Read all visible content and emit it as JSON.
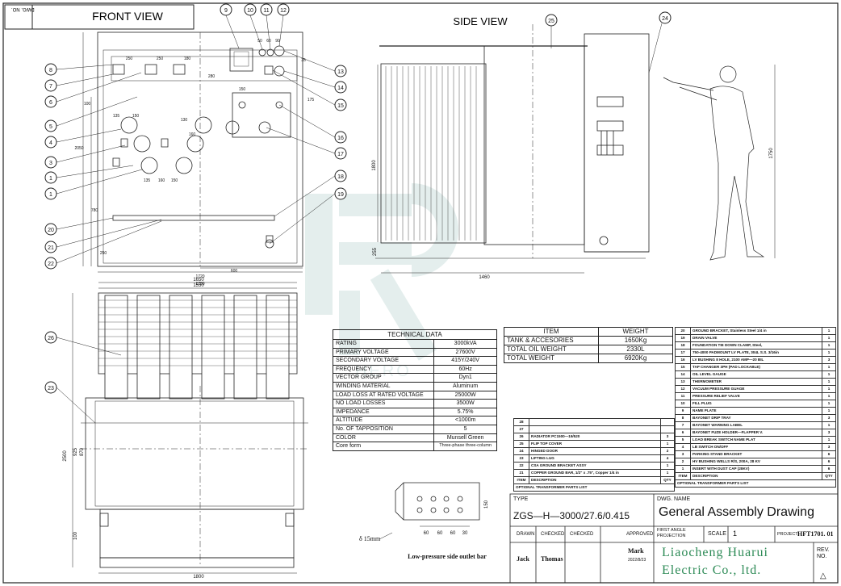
{
  "header": {
    "dwg_no_label": "DWG. NO.",
    "front_view_title": "FRONT VIEW",
    "side_view_title": "SIDE VIEW"
  },
  "balloons_front": [
    "9",
    "10",
    "11",
    "12",
    "8",
    "7",
    "6",
    "5",
    "4",
    "3",
    "1",
    "1",
    "13",
    "14",
    "15",
    "16",
    "17",
    "18",
    "19",
    "20",
    "21",
    "22"
  ],
  "balloons_side": [
    "25",
    "24"
  ],
  "balloons_plan": [
    "26",
    "23"
  ],
  "dimensions": {
    "front": [
      "250",
      "250",
      "180",
      "50",
      "60",
      "90",
      "35",
      "280",
      "150",
      "135",
      "150",
      "175",
      "135",
      "160",
      "150",
      "130",
      "160",
      "100",
      "780",
      "1720",
      "2050",
      "250",
      "1780",
      "600"
    ],
    "side": [
      "1800",
      "1750",
      "1460",
      "255"
    ],
    "plan": [
      "1650",
      "1550",
      "2500",
      "925",
      "870",
      "1800",
      "100"
    ],
    "busbar": [
      "60",
      "60",
      "60",
      "30",
      "150"
    ]
  },
  "busbar": {
    "caption": "Low-pressure side outlet bar",
    "thickness": "δ 15mm"
  },
  "watermark": "HERO",
  "technical_data": {
    "title": "TECHNICAL DATA",
    "rows": [
      {
        "k": "RATING",
        "v": "3000kVA"
      },
      {
        "k": "PRIMARY VOLTAGE",
        "v": "27600V"
      },
      {
        "k": "SECONDARY VOLTAGE",
        "v": "415Y/240V"
      },
      {
        "k": "FREQUENCY",
        "v": "60Hz"
      },
      {
        "k": "VECTOR GROUP",
        "v": "Dyn1"
      },
      {
        "k": "WINDING MATERIAL",
        "v": "Aluminum"
      },
      {
        "k": "LOAD LOSS AT RATED VOLTAGE",
        "v": "25000W"
      },
      {
        "k": "NO LOAD LOSSES",
        "v": "3500W"
      },
      {
        "k": "IMPEDANCE",
        "v": "5.75%"
      },
      {
        "k": "ALTITUDE",
        "v": "<1000m"
      },
      {
        "k": "No. OF TAPPOSITION",
        "v": "5"
      },
      {
        "k": "COLOR",
        "v": "Munsell Green"
      },
      {
        "k": "Core form",
        "v": "Three-phase three-column"
      }
    ]
  },
  "weights": {
    "headers": [
      "ITEM",
      "WEIGHT"
    ],
    "rows": [
      {
        "k": "TANK & ACCESORIES",
        "v": "1650Kg"
      },
      {
        "k": "TOTAL OIL WEIGHT",
        "v": "2330L"
      },
      {
        "k": "TOTAL WEIGHT",
        "v": "6920Kg"
      }
    ]
  },
  "parts_right": [
    {
      "n": "20",
      "d": "GROUND BRACKET, Stainless Steel 1/4 in",
      "q": "1"
    },
    {
      "n": "19",
      "d": "DRAIN VALVE",
      "q": "1"
    },
    {
      "n": "18",
      "d": "FOUNDATION TIE DOWN CLAMP, Steel,",
      "q": "1"
    },
    {
      "n": "17",
      "d": "750-4000 PADMOUNT LV PLATE, 304L S.S. 3/16in",
      "q": "1"
    },
    {
      "n": "16",
      "d": "LV BUSHING 8 HOLE, 2100 AMP—20 BIL",
      "q": "3"
    },
    {
      "n": "15",
      "d": "TAP CHANGER 3PH (PAD LOCKABLE)",
      "q": "1"
    },
    {
      "n": "14",
      "d": "OIL LEVEL GAUGE",
      "q": "1"
    },
    {
      "n": "13",
      "d": "THERMOMETER",
      "q": "1"
    },
    {
      "n": "12",
      "d": "VACUUM PRESSURE GUAGE",
      "q": "1"
    },
    {
      "n": "11",
      "d": "PRESSURE RELIEF VALVE",
      "q": "1"
    },
    {
      "n": "10",
      "d": "FILL PLUG",
      "q": "1"
    },
    {
      "n": "9",
      "d": "NAME PLATE",
      "q": "1"
    },
    {
      "n": "8",
      "d": "BAYONET DRIP TRAY",
      "q": "3"
    },
    {
      "n": "7",
      "d": "BAYONET WARNING LABEL",
      "q": "1"
    },
    {
      "n": "6",
      "d": "BAYONET FUZE HOLDER—FLAPPER V.",
      "q": "3"
    },
    {
      "n": "5",
      "d": "LOAD BREAK SWITCH NAME PLAT",
      "q": "1"
    },
    {
      "n": "4",
      "d": "LB SWITCH ON/OFF",
      "q": "3"
    },
    {
      "n": "3",
      "d": "PARKING STAND BRACKET",
      "q": "6"
    },
    {
      "n": "2",
      "d": "HV BUSHING WELLS R/S, 200A, 28 KV",
      "q": "6"
    },
    {
      "n": "1",
      "d": "INSERT WITH DUST CAP (28KV)",
      "q": "6"
    }
  ],
  "parts_left": [
    {
      "n": "28",
      "d": "",
      "q": ""
    },
    {
      "n": "27",
      "d": "",
      "q": ""
    },
    {
      "n": "26",
      "d": "RADIATOR PC1500—19/520",
      "q": "3"
    },
    {
      "n": "25",
      "d": "FLIP TOP COVER",
      "q": "1"
    },
    {
      "n": "24",
      "d": "HINGED DOOR",
      "q": "2"
    },
    {
      "n": "23",
      "d": "LIFTING LUG",
      "q": "4"
    },
    {
      "n": "22",
      "d": "CSA GROUND BRACKET ASSY",
      "q": "1"
    },
    {
      "n": "21",
      "d": "COPPER GROUND BAR, 1/2\" x .75\", Copper 1/4 in",
      "q": "1"
    }
  ],
  "parts_footer": {
    "item": "ITEM",
    "description": "DESCRIPTION",
    "qty": "QTY",
    "caption": "OPTIONAL TRANSFORMER PARTS LIST"
  },
  "title_block": {
    "type_label": "TYPE",
    "type_value": "ZGS—H—3000/27.6/0.415",
    "dwg_name_label": "DWG. NAME",
    "dwg_name_value": "General Assembly Drawing",
    "drawn_label": "DRAWN",
    "checked_label": "CHECKED",
    "checked2_label": "CHECKED",
    "approved_label": "APPROVED",
    "drawn_by": "Jack",
    "checked_by": "Thomas",
    "mark_label": "Mark",
    "mark_date": "2022/8/23",
    "projection_label": "FIRST ANGLE PROJECTION",
    "scale_label": "SCALE",
    "scale_value": "1",
    "project_label": "PROJECT",
    "project_value": "HFT1701. 01",
    "company_line1": "Liaocheng Huarui",
    "company_line2": "Electric Co., ltd.",
    "rev_label": "REV. NO."
  }
}
